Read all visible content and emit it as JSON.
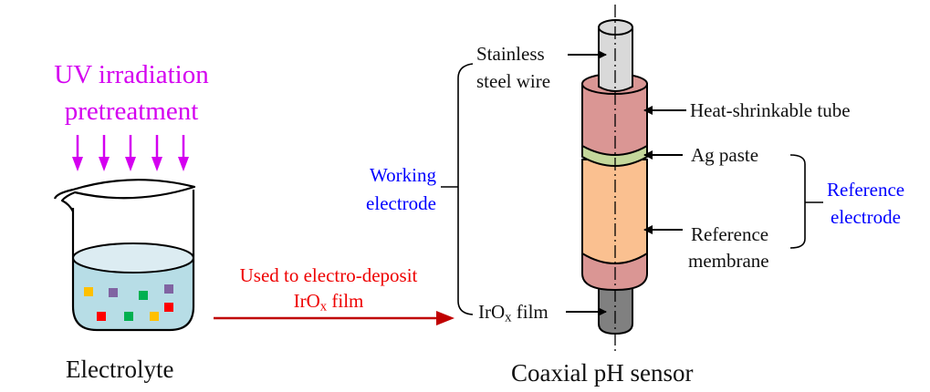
{
  "left_panel": {
    "uv_label_line1": "UV irradiation",
    "uv_label_line2": "pretreatment",
    "uv_arrow_count": 5,
    "uv_color": "#d400f0",
    "caption": "Electrolyte",
    "liquid_color": "#b7dde6",
    "particles": [
      {
        "color": "#ffc000"
      },
      {
        "color": "#8064a2"
      },
      {
        "color": "#00b050"
      },
      {
        "color": "#8064a2"
      },
      {
        "color": "#ff0000"
      },
      {
        "color": "#ff0000"
      },
      {
        "color": "#00b050"
      },
      {
        "color": "#ffc000"
      }
    ]
  },
  "transfer_arrow": {
    "label_line1": "Used to electro-deposit",
    "label_line2_main": "IrO",
    "label_line2_sub": "x",
    "label_line2_rest": " film",
    "color": "#c00000"
  },
  "sensor": {
    "caption": "Coaxial pH sensor",
    "components": {
      "wire": {
        "line1": "Stainless",
        "line2": "steel wire",
        "color": "#d9d9d9"
      },
      "tube": {
        "label": "Heat-shrinkable tube",
        "color": "#da9694"
      },
      "ag_paste": {
        "label": "Ag paste",
        "color": "#c4d79b"
      },
      "membrane": {
        "line1": "Reference",
        "line2": "membrane",
        "color": "#fac090"
      },
      "film": {
        "main": "IrO",
        "sub": "x",
        "rest": " film",
        "color": "#808080"
      }
    },
    "groups": {
      "working": {
        "line1": "Working",
        "line2": "electrode"
      },
      "reference": {
        "line1": "Reference",
        "line2": "electrode"
      }
    }
  }
}
